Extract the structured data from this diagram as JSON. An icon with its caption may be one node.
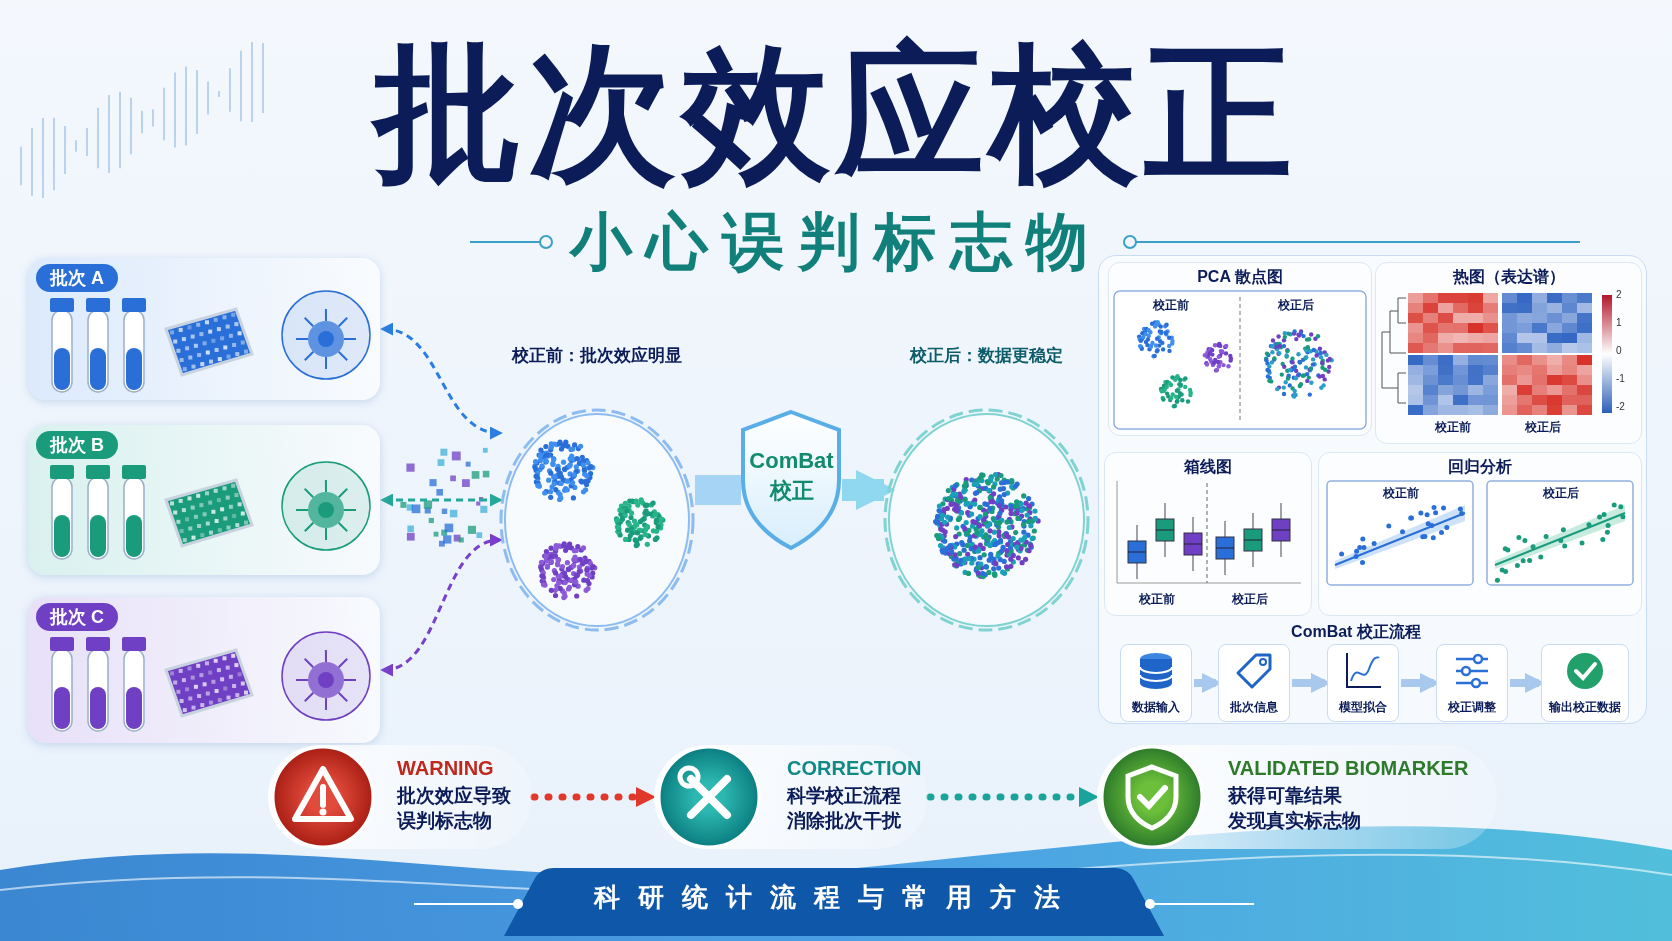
{
  "diagram": {
    "title": "批次效应校正",
    "nodes": [
      {
        "text": [
          "批次 A"
        ]
      },
      {
        "text": [
          "批次 B"
        ]
      },
      {
        "text": [
          "批次 C"
        ]
      },
      {
        "text": [
          "校正前：批次效应明显"
        ]
      },
      {
        "text": [
          "ComBat 校正"
        ]
      },
      {
        "text": [
          "校正后：数据更稳定"
        ]
      },
      {
        "text": [
          "PCA 散点图",
          "校正前",
          "校正后"
        ]
      },
      {
        "text": [
          "热图（表达谱）",
          "校正前",
          "校正后"
        ]
      },
      {
        "text": [
          "箱线图",
          "校正前",
          "校正后"
        ]
      },
      {
        "text": [
          "回归分析",
          "校正前",
          "校正后"
        ]
      },
      {
        "text": [
          "数据输入"
        ]
      },
      {
        "text": [
          "批次信息"
        ]
      },
      {
        "text": [
          "模型拟合"
        ]
      },
      {
        "text": [
          "校正调整"
        ]
      },
      {
        "text": [
          "输出校正数据"
        ]
      },
      {
        "text": [
          "WARNING",
          "批次效应导致误判标志物"
        ]
      },
      {
        "text": [
          "CORRECTION",
          "科学校正流程消除批次干扰"
        ]
      },
      {
        "text": [
          "VALIDATED BIOMARKER",
          "获得可靠结果发现真实标志物"
        ]
      }
    ],
    "edges": [
      {
        "from": 0,
        "to": 3,
        "arrow": "both",
        "style": "dashed",
        "color": "#2a7de1"
      },
      {
        "from": 1,
        "to": 3,
        "arrow": "both",
        "style": "dashed",
        "color": "#25a89a"
      },
      {
        "from": 2,
        "to": 3,
        "arrow": "both",
        "style": "dashed",
        "color": "#7a3fc9"
      },
      {
        "from": 3,
        "to": 4,
        "arrow": "none",
        "style": "thick",
        "color": "#a6d4f5"
      },
      {
        "from": 4,
        "to": 5,
        "arrow": "to",
        "style": "thick",
        "color": "#8fd8f0"
      },
      {
        "from": 10,
        "to": 11,
        "arrow": "to",
        "color": "#a8c8ee"
      },
      {
        "from": 11,
        "to": 12,
        "arrow": "to",
        "color": "#a8c8ee"
      },
      {
        "from": 12,
        "to": 13,
        "arrow": "to",
        "color": "#a8c8ee"
      },
      {
        "from": 13,
        "to": 14,
        "arrow": "to",
        "color": "#a8c8ee"
      },
      {
        "from": 15,
        "to": 16,
        "arrow": "to",
        "style": "dashed",
        "color": "#e0392b"
      },
      {
        "from": 16,
        "to": 17,
        "arrow": "to",
        "style": "dashed",
        "color": "#1aa39b"
      }
    ],
    "labels": [
      "小心误判标志物",
      "2",
      "1",
      "0",
      "-1",
      "-2",
      "ComBat 校正流程",
      "科研统计流程与常用方法"
    ]
  }
}
